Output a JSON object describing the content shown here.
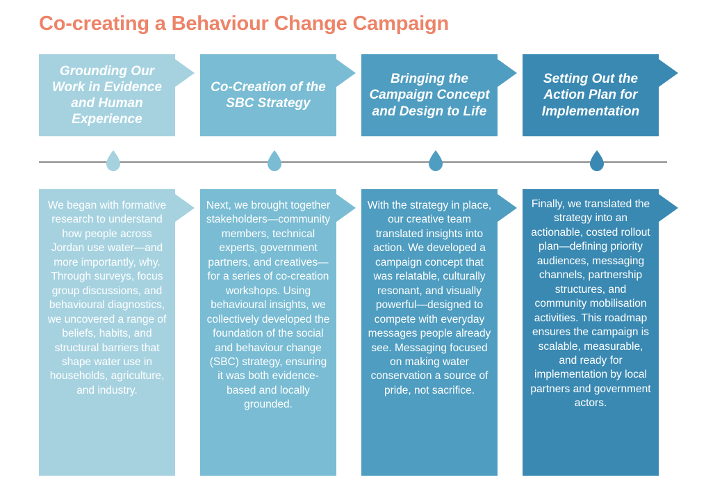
{
  "title": "Co-creating a Behaviour Change Campaign",
  "theme": {
    "title_color": "#ed8368",
    "rail_color": "#8c8c8c",
    "text_color": "#ffffff",
    "background": "#ffffff"
  },
  "connector": {
    "icon": "water-drop-icon",
    "count": 4
  },
  "columns": [
    {
      "index": 1,
      "color": "#a6d2e0",
      "header": "Grounding Our Work in Evidence and Human Experience",
      "body": "We began with formative research to understand how people across Jordan use water—and more importantly, why. Through surveys, focus group discussions, and behavioural diagnostics, we uncovered a range of beliefs, habits, and structural barriers that shape water use in households, agriculture, and industry."
    },
    {
      "index": 2,
      "color": "#79bcd3",
      "header": "Co-Creation of the SBC Strategy",
      "body": "Next, we brought together stakeholders—community members, technical experts, government partners, and creatives—for a series of co-creation workshops. Using behavioural insights, we collectively developed the foundation of the social and behaviour change (SBC) strategy, ensuring it was both evidence-based and locally grounded."
    },
    {
      "index": 3,
      "color": "#4f9dc0",
      "header": "Bringing the Campaign Concept and Design to Life",
      "body": "With the strategy in place, our creative team translated insights into action. We developed a campaign concept that was relatable, culturally resonant, and visually powerful—designed to compete with everyday messages people already see. Messaging focused on making water conservation a source of pride, not sacrifice."
    },
    {
      "index": 4,
      "color": "#3a89b2",
      "header": "Setting Out the Action Plan for Implementation",
      "body": "Finally, we translated the strategy into an actionable, costed rollout plan—defining priority audiences, messaging channels, partnership structures, and community mobilisation activities. This roadmap ensures the campaign is scalable, measurable, and ready for implementation by local partners and government actors."
    }
  ]
}
